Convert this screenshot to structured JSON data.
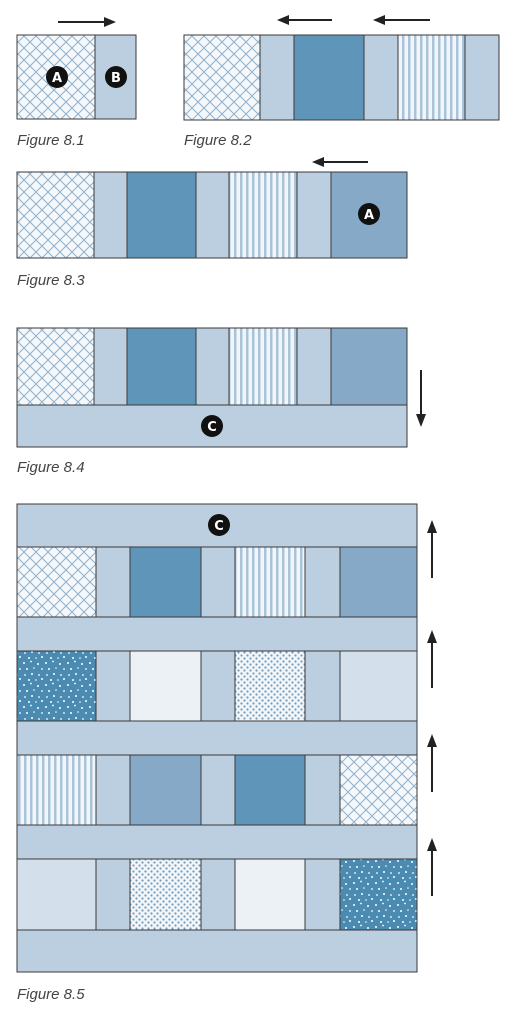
{
  "captions": {
    "fig1": "Figure 8.1",
    "fig2": "Figure 8.2",
    "fig3": "Figure 8.3",
    "fig4": "Figure 8.4",
    "fig5": "Figure 8.5"
  },
  "labels": {
    "a": "A",
    "b": "B",
    "c": "C"
  },
  "colors": {
    "light_blue": "#bccfe0",
    "medium_blue": "#5f95b8",
    "steel_blue": "#85a9c7",
    "pale": "#ecf1f6",
    "pale_blue": "#d3e0ec",
    "outline": "#3a3a3a",
    "arrow": "#222222"
  },
  "icons": {
    "left_arrow": "left-arrow-icon",
    "right_arrow": "right-arrow-icon",
    "down_arrow": "down-arrow-icon",
    "up_arrow": "up-arrow-icon"
  }
}
